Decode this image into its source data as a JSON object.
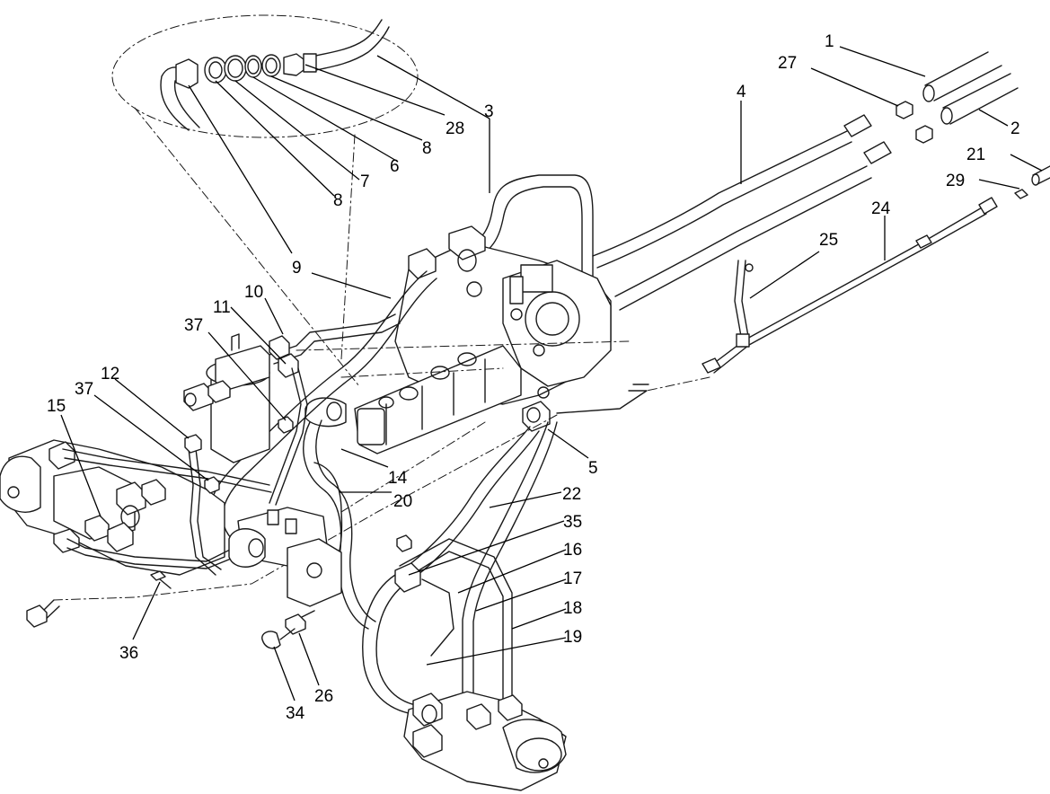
{
  "callouts": [
    {
      "id": "c1",
      "label": "1"
    },
    {
      "id": "c2",
      "label": "2"
    },
    {
      "id": "c3",
      "label": "3"
    },
    {
      "id": "c4",
      "label": "4"
    },
    {
      "id": "c5",
      "label": "5"
    },
    {
      "id": "c6",
      "label": "6"
    },
    {
      "id": "c7",
      "label": "7"
    },
    {
      "id": "c8a",
      "label": "8"
    },
    {
      "id": "c8b",
      "label": "8"
    },
    {
      "id": "c9",
      "label": "9"
    },
    {
      "id": "c10",
      "label": "10"
    },
    {
      "id": "c11",
      "label": "11"
    },
    {
      "id": "c12",
      "label": "12"
    },
    {
      "id": "c14",
      "label": "14"
    },
    {
      "id": "c15",
      "label": "15"
    },
    {
      "id": "c16",
      "label": "16"
    },
    {
      "id": "c17",
      "label": "17"
    },
    {
      "id": "c18",
      "label": "18"
    },
    {
      "id": "c19",
      "label": "19"
    },
    {
      "id": "c20",
      "label": "20"
    },
    {
      "id": "c21",
      "label": "21"
    },
    {
      "id": "c22",
      "label": "22"
    },
    {
      "id": "c24",
      "label": "24"
    },
    {
      "id": "c25",
      "label": "25"
    },
    {
      "id": "c26",
      "label": "26"
    },
    {
      "id": "c27",
      "label": "27"
    },
    {
      "id": "c28",
      "label": "28"
    },
    {
      "id": "c29",
      "label": "29"
    },
    {
      "id": "c34",
      "label": "34"
    },
    {
      "id": "c35",
      "label": "35"
    },
    {
      "id": "c36",
      "label": "36"
    },
    {
      "id": "c37a",
      "label": "37"
    },
    {
      "id": "c37b",
      "label": "37"
    }
  ]
}
